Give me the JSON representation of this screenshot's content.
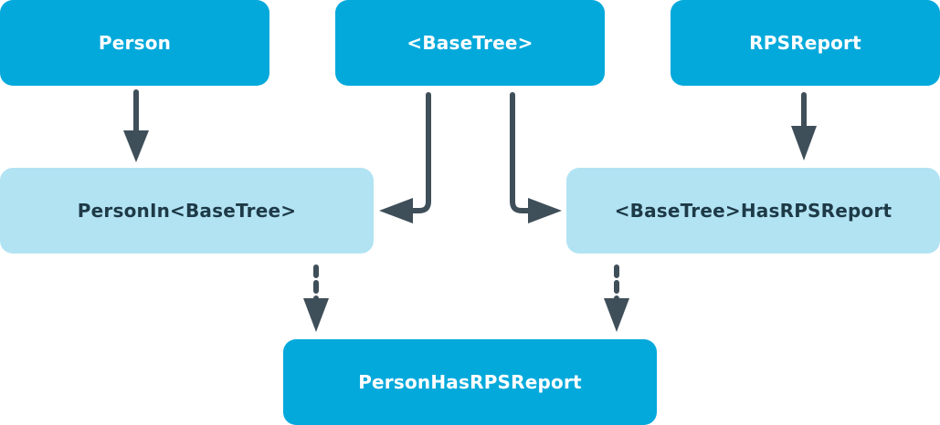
{
  "nodes": {
    "person": "Person",
    "base_tree": "<BaseTree>",
    "rps_report": "RPSReport",
    "person_in_base_tree": "PersonIn<BaseTree>",
    "base_tree_has_rps_report": "<BaseTree>HasRPSReport",
    "person_has_rps_report": "PersonHasRPSReport"
  },
  "colors": {
    "primary_box": "#04a9db",
    "secondary_box": "#b2e3f3",
    "primary_text": "#ffffff",
    "secondary_text": "#1e3a47",
    "arrow": "#3f4f59"
  }
}
